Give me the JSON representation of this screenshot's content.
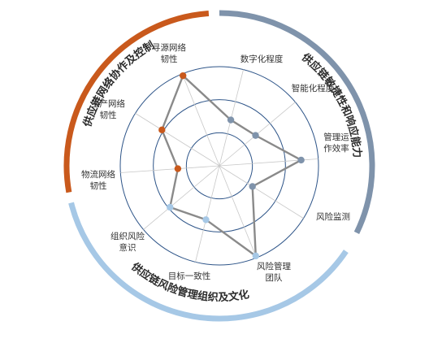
{
  "colors": {
    "orange": "#c9591c",
    "slate": "#7f93ab",
    "light_blue": "#a6c8e6",
    "ring": "#2d5488",
    "line": "#8a8a8a",
    "spoke": "#c8c8c8"
  },
  "arcs": [
    {
      "label": "供应链网络协作及控制",
      "color": "orange"
    },
    {
      "label": "供应链敏捷性和响应能力",
      "color": "slate"
    },
    {
      "label": "供应链风险管理组织及文化",
      "color": "light_blue"
    }
  ],
  "axes": [
    {
      "lines": [
        "寻源网络",
        "韧性"
      ]
    },
    {
      "lines": [
        "数字化程度"
      ]
    },
    {
      "lines": [
        "智能化程度"
      ]
    },
    {
      "lines": [
        "管理运",
        "作效率"
      ]
    },
    {
      "lines": [
        "风险监测"
      ]
    },
    {
      "lines": [
        "风险管理",
        "团队"
      ]
    },
    {
      "lines": [
        "目标一致性"
      ]
    },
    {
      "lines": [
        "组织风险",
        "意识"
      ]
    },
    {
      "lines": [
        "物流网络",
        "韧性"
      ]
    },
    {
      "lines": [
        "生产网络",
        "韧性"
      ]
    }
  ],
  "chart_data": {
    "type": "radar",
    "levels": 3,
    "range": [
      0,
      3
    ],
    "categories": [
      "寻源网络韧性",
      "数字化程度",
      "智能化程度",
      "管理运作效率",
      "风险监测",
      "风险管理团队",
      "目标一致性",
      "组织风险意识",
      "物流网络韧性",
      "生产网络韧性"
    ],
    "values": [
      2.94,
      1.43,
      1.43,
      2.48,
      1.18,
      2.94,
      1.68,
      1.95,
      1.26,
      2.05
    ],
    "point_colors": [
      "orange",
      "slate",
      "slate",
      "slate",
      "slate",
      "light_blue",
      "light_blue",
      "light_blue",
      "orange",
      "orange"
    ]
  }
}
